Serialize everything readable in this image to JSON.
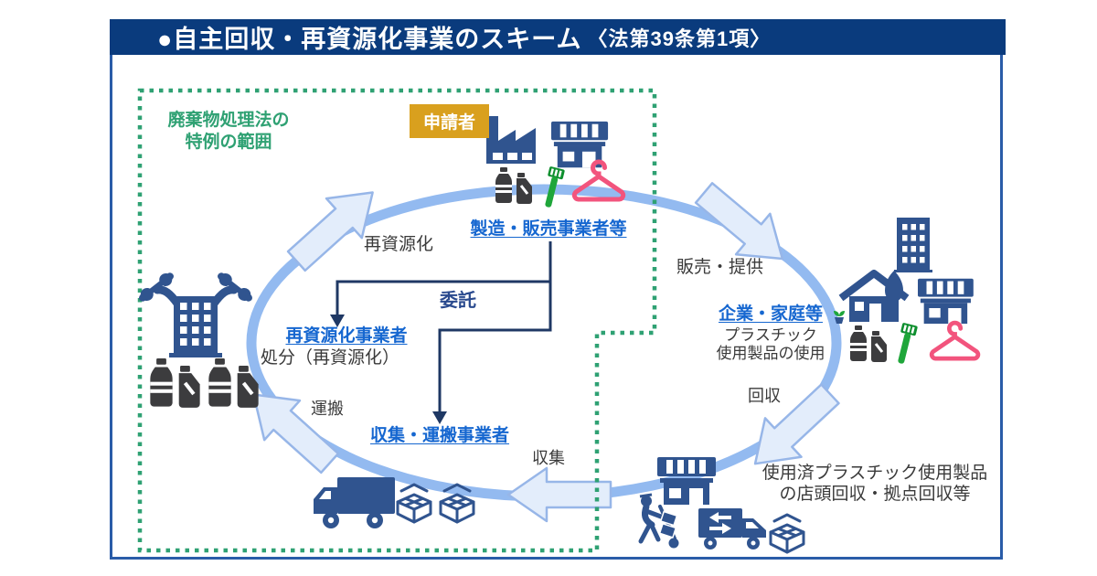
{
  "title": {
    "main": "●自主回収・再資源化事業のスキーム",
    "law_ref": "〈法第39条第1項〉"
  },
  "scope_note": {
    "line1": "廃棄物処理法の",
    "line2": "特例の範囲"
  },
  "applicant_badge": "申請者",
  "nodes": {
    "manufacturer": "製造・販売事業者等",
    "companies_households": "企業・家庭等",
    "companies_sub1": "プラスチック",
    "companies_sub2": "使用製品の使用",
    "store_collection1": "使用済プラスチック使用製品",
    "store_collection2": "の店頭回収・拠点回収等",
    "transporter": "収集・運搬事業者",
    "recycler": "再資源化事業者",
    "recycler_sub": "処分（再資源化）"
  },
  "flow_labels": {
    "recycle": "再資源化",
    "sell_provide": "販売・提供",
    "collect": "回収",
    "gather": "収集",
    "transport": "運搬",
    "consign": "委託"
  },
  "icons": {
    "top_cluster": [
      "factory-icon",
      "shop-icon",
      "pet-bottle-icon",
      "jug-bottle-icon",
      "toothbrush-icon",
      "hanger-icon"
    ],
    "right_cluster": [
      "office-building-icon",
      "house-icon",
      "tree-icon",
      "sprout-icon",
      "shop-icon",
      "pet-bottle-icon",
      "jug-bottle-icon",
      "toothbrush-icon",
      "hanger-icon"
    ],
    "bottom_right_cluster": [
      "shop-icon",
      "porter-icon",
      "exchange-truck-icon",
      "open-box-icon"
    ],
    "bottom_left_cluster": [
      "truck-icon",
      "open-box-icon",
      "open-box-icon"
    ],
    "left_cluster": [
      "recycler-building-icon",
      "dumbbell-icon",
      "pet-bottle-icon",
      "jug-bottle-icon"
    ]
  },
  "colors": {
    "title_bar": "#0a3b7d",
    "frame_border": "#2a5ca8",
    "icon_navy": "#30548f",
    "ellipse_blue": "#93baf0",
    "arrow_fill": "#e3edfb",
    "arrow_stroke": "#97b6e8",
    "link_blue": "#1667d0",
    "connector_navy": "#1f3864",
    "boundary_green": "#2fa173",
    "applicant_gold": "#d9a01e",
    "bottle_dark": "#3c3c3e",
    "toothbrush_green": "#1fa63a",
    "hanger_pink": "#f2547d"
  }
}
